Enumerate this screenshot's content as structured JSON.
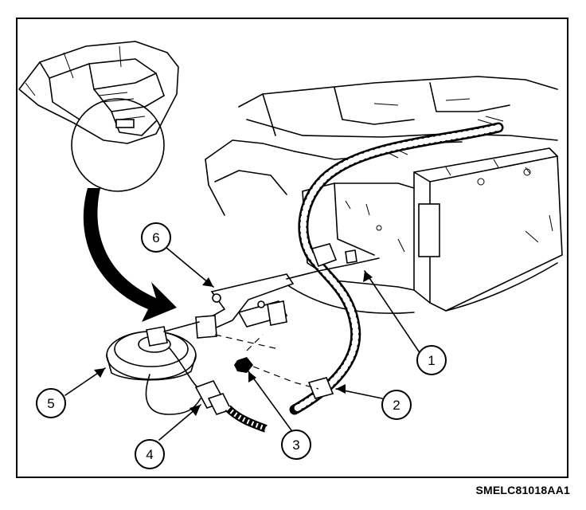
{
  "figure_code": "SMELC81018AA1",
  "callouts": [
    {
      "label": "1"
    },
    {
      "label": "2"
    },
    {
      "label": "3"
    },
    {
      "label": "4"
    },
    {
      "label": "5"
    },
    {
      "label": "6"
    }
  ]
}
